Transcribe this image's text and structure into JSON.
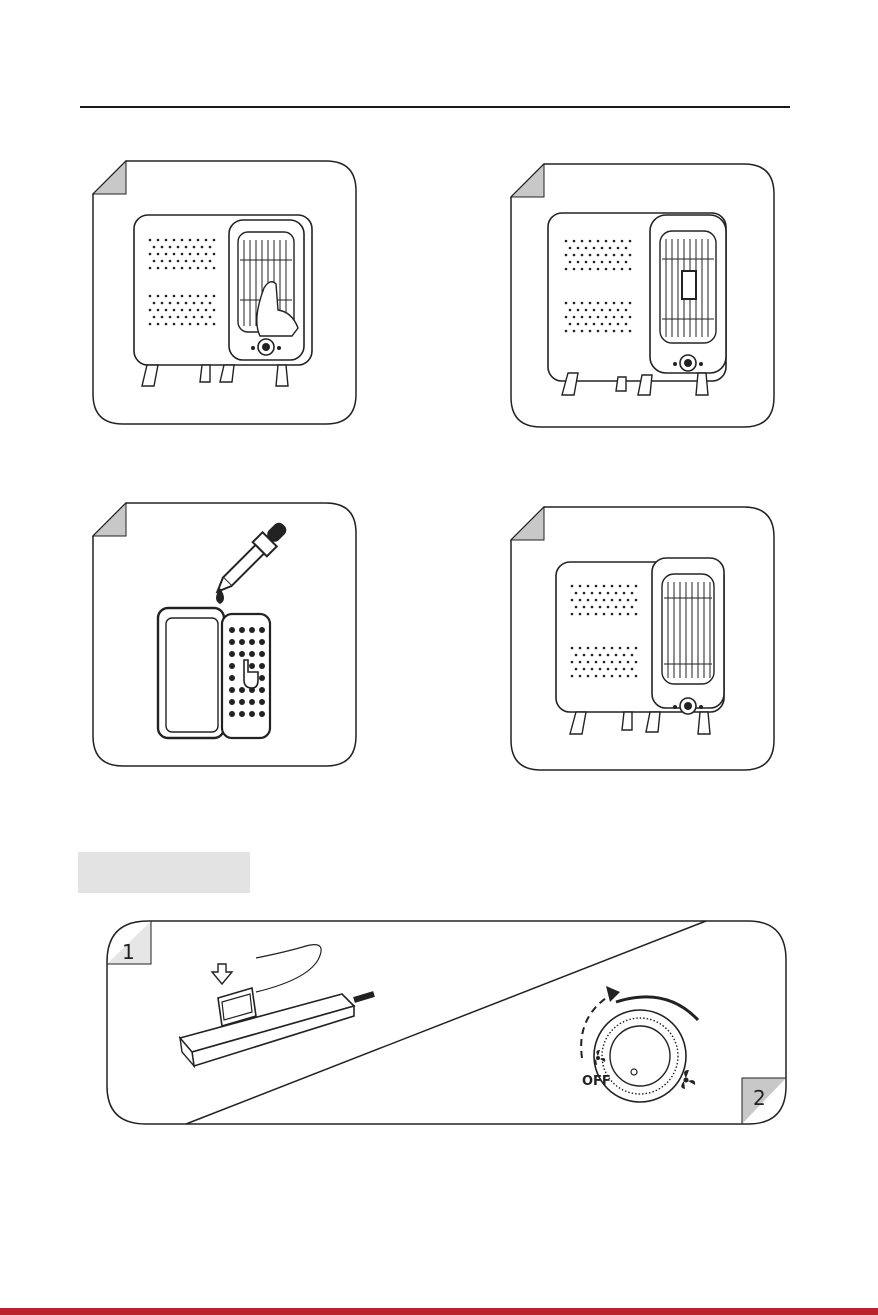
{
  "steps": {
    "num_1": "1",
    "num_2": "2"
  },
  "dial": {
    "off_label": "OFF"
  }
}
